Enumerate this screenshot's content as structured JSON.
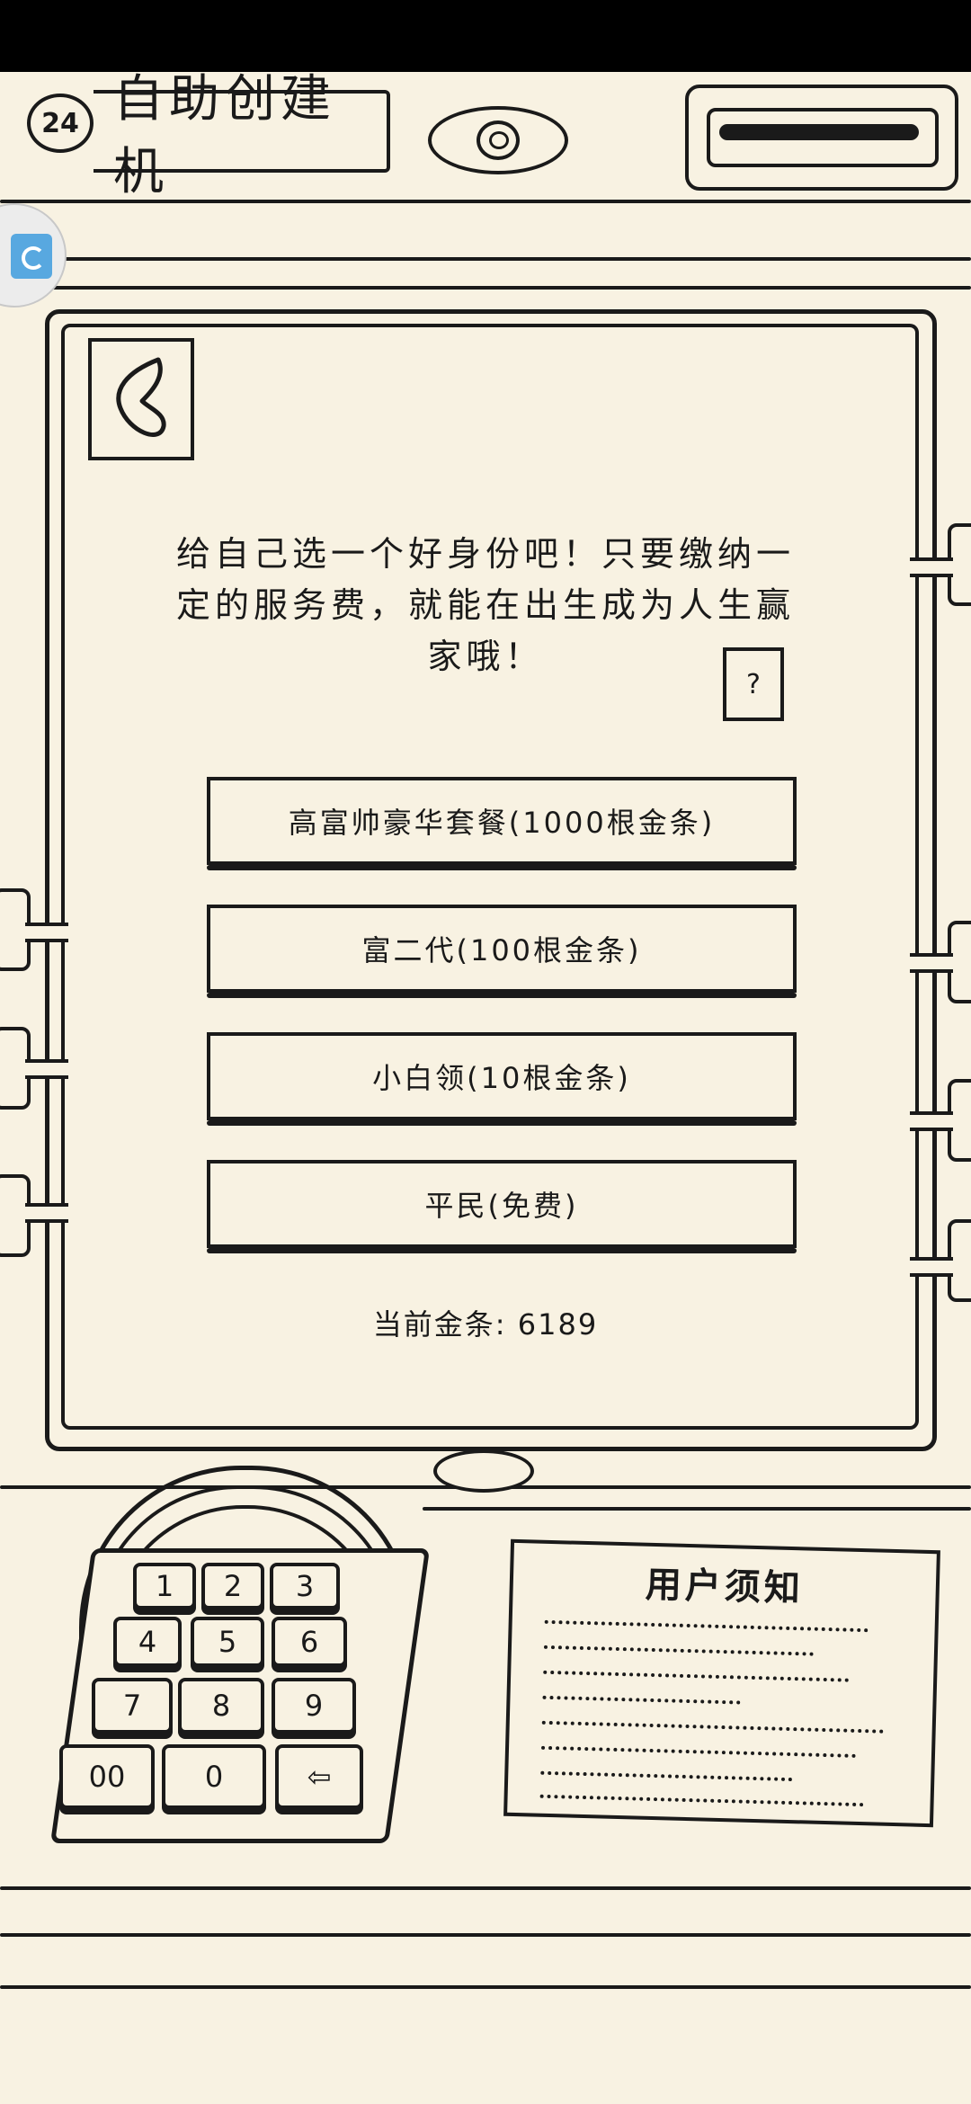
{
  "header": {
    "level": "24",
    "title": "自助创建机"
  },
  "screen": {
    "intro": "给自己选一个好身份吧！只要缴纳一定的服务费，就能在出生成为人生赢家哦！",
    "help_label": "?",
    "options": [
      {
        "label": "高富帅豪华套餐(1000根金条)"
      },
      {
        "label": "富二代(100根金条)"
      },
      {
        "label": "小白领(10根金条)"
      },
      {
        "label": "平民(免费)"
      }
    ],
    "balance": "当前金条: 6189"
  },
  "keypad": {
    "keys": [
      "1",
      "2",
      "3",
      "4",
      "5",
      "6",
      "7",
      "8",
      "9",
      "00",
      "0",
      "⇦"
    ]
  },
  "notice": {
    "title": "用户须知"
  }
}
